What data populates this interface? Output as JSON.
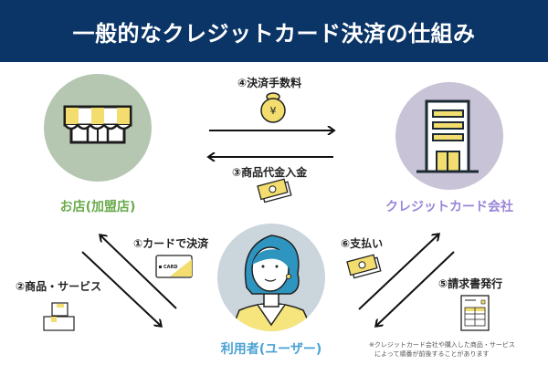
{
  "title": "一般的なクレジットカード決済の仕組み",
  "entities": {
    "store": {
      "label": "お店(加盟店)",
      "color": "#6aaa4b",
      "circle": "#b5c7b1"
    },
    "card_company": {
      "label": "クレジットカード会社",
      "color": "#9a85d8",
      "circle": "#c8c3d6"
    },
    "user": {
      "label": "利用者(ユーザー)",
      "color": "#4aa3d4",
      "circle": "#cbd5dc"
    }
  },
  "steps": [
    {
      "label": "①カードで決済",
      "icon": "credit-card-icon",
      "icon_text": "CARD"
    },
    {
      "label": "②商品・サービス",
      "icon": "boxes-icon"
    },
    {
      "label": "③商品代金入金",
      "icon": "banknote-icon"
    },
    {
      "label": "④決済手数料",
      "icon": "money-bag-icon",
      "icon_text": "¥"
    },
    {
      "label": "⑤請求書発行",
      "icon": "invoice-icon"
    },
    {
      "label": "⑥支払い",
      "icon": "banknote-icon"
    }
  ],
  "note": [
    "※クレジットカード会社や購入した商品・サービス",
    "によって順番が前後することがあります"
  ],
  "accent": "#f2dd6e"
}
